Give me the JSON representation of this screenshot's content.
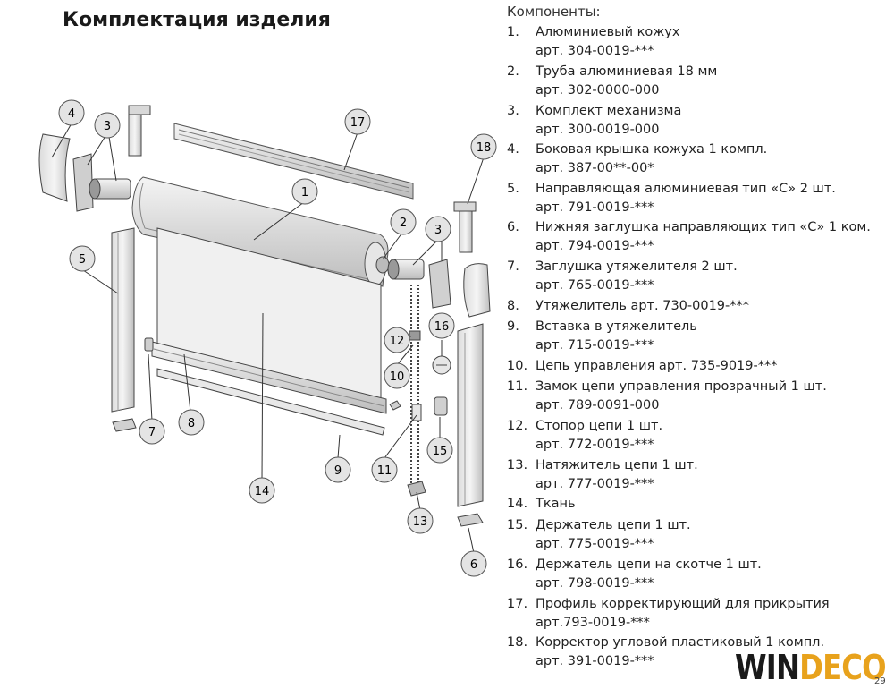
{
  "title": "Комплектация изделия",
  "components_header": "Компоненты:",
  "components": [
    {
      "num": "1.",
      "name": "Алюминиевый кожух",
      "art": "арт. 304-0019-***"
    },
    {
      "num": "2.",
      "name": "Труба алюминиевая 18 мм",
      "art": "арт. 302-0000-000"
    },
    {
      "num": "3.",
      "name": "Комплект механизма",
      "art": "арт. 300-0019-000"
    },
    {
      "num": "4.",
      "name": "Боковая крышка кожуха 1 компл.",
      "art": "арт. 387-00**-00*"
    },
    {
      "num": "5.",
      "name": "Направляющая алюминиевая тип «С»  2 шт.",
      "art": "арт. 791-0019-***"
    },
    {
      "num": "6.",
      "name": "Нижняя заглушка направляющих тип «С» 1 ком.",
      "art": "арт. 794-0019-***"
    },
    {
      "num": "7.",
      "name": "Заглушка утяжелителя 2 шт.",
      "art": "арт. 765-0019-***"
    },
    {
      "num": "8.",
      "name": "Утяжелитель  арт. 730-0019-***",
      "art": ""
    },
    {
      "num": "9.",
      "name": "Вставка  в утяжелитель",
      "art": "арт. 715-0019-***"
    },
    {
      "num": "10.",
      "name": "Цепь управления  арт. 735-9019-***",
      "art": ""
    },
    {
      "num": "11.",
      "name": "Замок цепи управления прозрачный 1 шт.",
      "art": "арт. 789-0091-000"
    },
    {
      "num": "12.",
      "name": "Стопор цепи 1 шт.",
      "art": "арт. 772-0019-***"
    },
    {
      "num": "13.",
      "name": "Натяжитель цепи 1 шт.",
      "art": "арт. 777-0019-***"
    },
    {
      "num": "14.",
      "name": "Ткань",
      "art": ""
    },
    {
      "num": "15.",
      "name": "Держатель цепи 1 шт.",
      "art": "арт. 775-0019-***"
    },
    {
      "num": "16.",
      "name": "Держатель цепи на скотче 1 шт.",
      "art": "арт. 798-0019-***"
    },
    {
      "num": "17.",
      "name": "Профиль корректирующий для прикрытия",
      "art": "арт.793-0019-***"
    },
    {
      "num": "18.",
      "name": "Корректор угловой пластиковый 1 компл.",
      "art": "арт. 391-0019-***"
    }
  ],
  "callouts": [
    "1",
    "2",
    "3",
    "3",
    "4",
    "5",
    "6",
    "7",
    "8",
    "9",
    "10",
    "11",
    "12",
    "13",
    "14",
    "15",
    "16",
    "17",
    "18"
  ],
  "logo": {
    "part1": "WIN",
    "part2": "DECO",
    "accent_color": "#e8a21c"
  },
  "page_number": "29"
}
